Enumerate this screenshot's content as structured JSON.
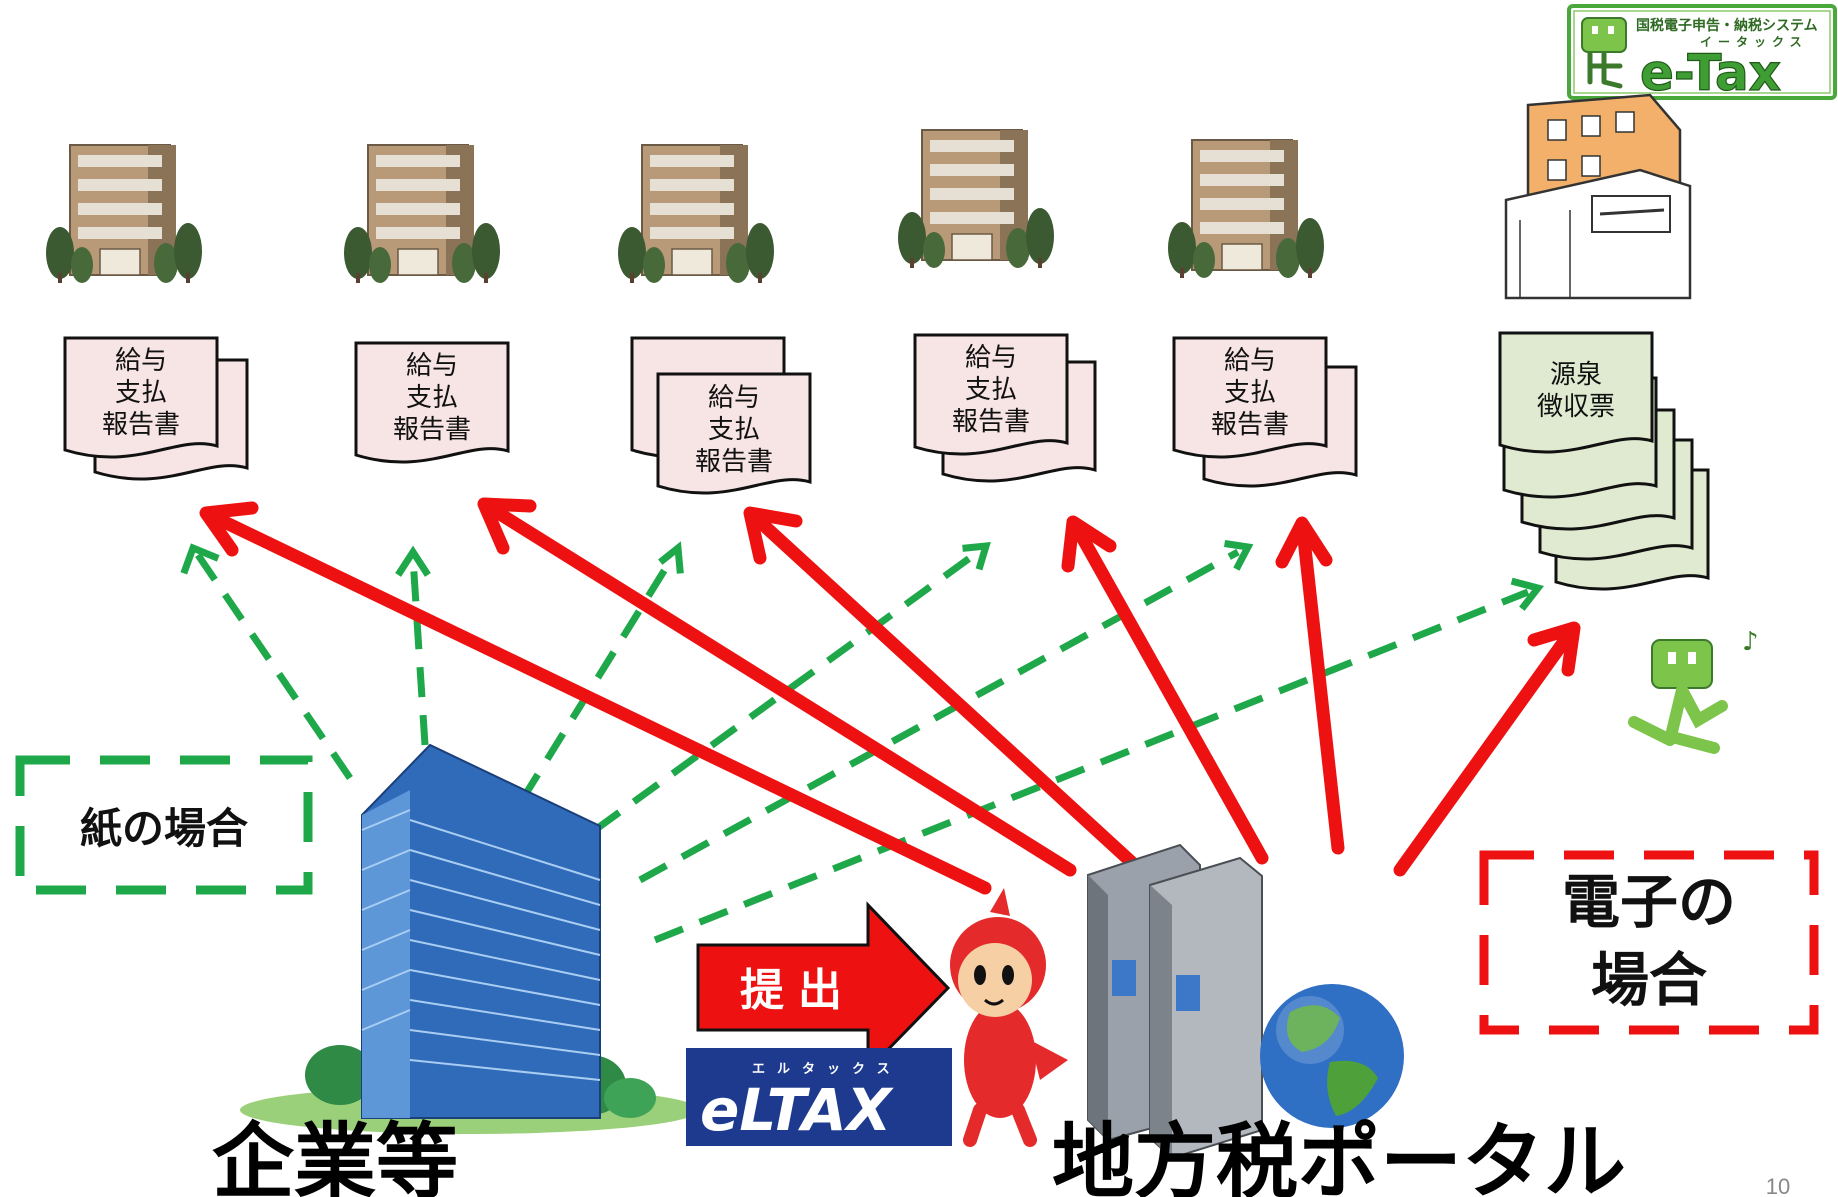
{
  "legend": {
    "paper_label": "紙の場合",
    "electronic_label_line1": "電子の",
    "electronic_label_line2": "場合"
  },
  "actors": {
    "company_label": "企業等",
    "portal_label": "地方税ポータル",
    "submit_label": "提出"
  },
  "logos": {
    "etax_text": "e-Tax",
    "etax_caption": "国税電子申告・納税システム",
    "etax_kana": "イータックス",
    "eltax_text": "eLTAX",
    "eltax_kana": "エルタックス"
  },
  "documents": {
    "report_lines": [
      "給与",
      "支払",
      "報告書"
    ],
    "withholding_lines": [
      "源泉",
      "徴収票"
    ]
  },
  "page_number": "10",
  "colors": {
    "paper_green": "#1fa84a",
    "electronic_red": "#ee1111",
    "report_paper": "#f7e4e4",
    "withholding_paper": "#dfead0"
  }
}
